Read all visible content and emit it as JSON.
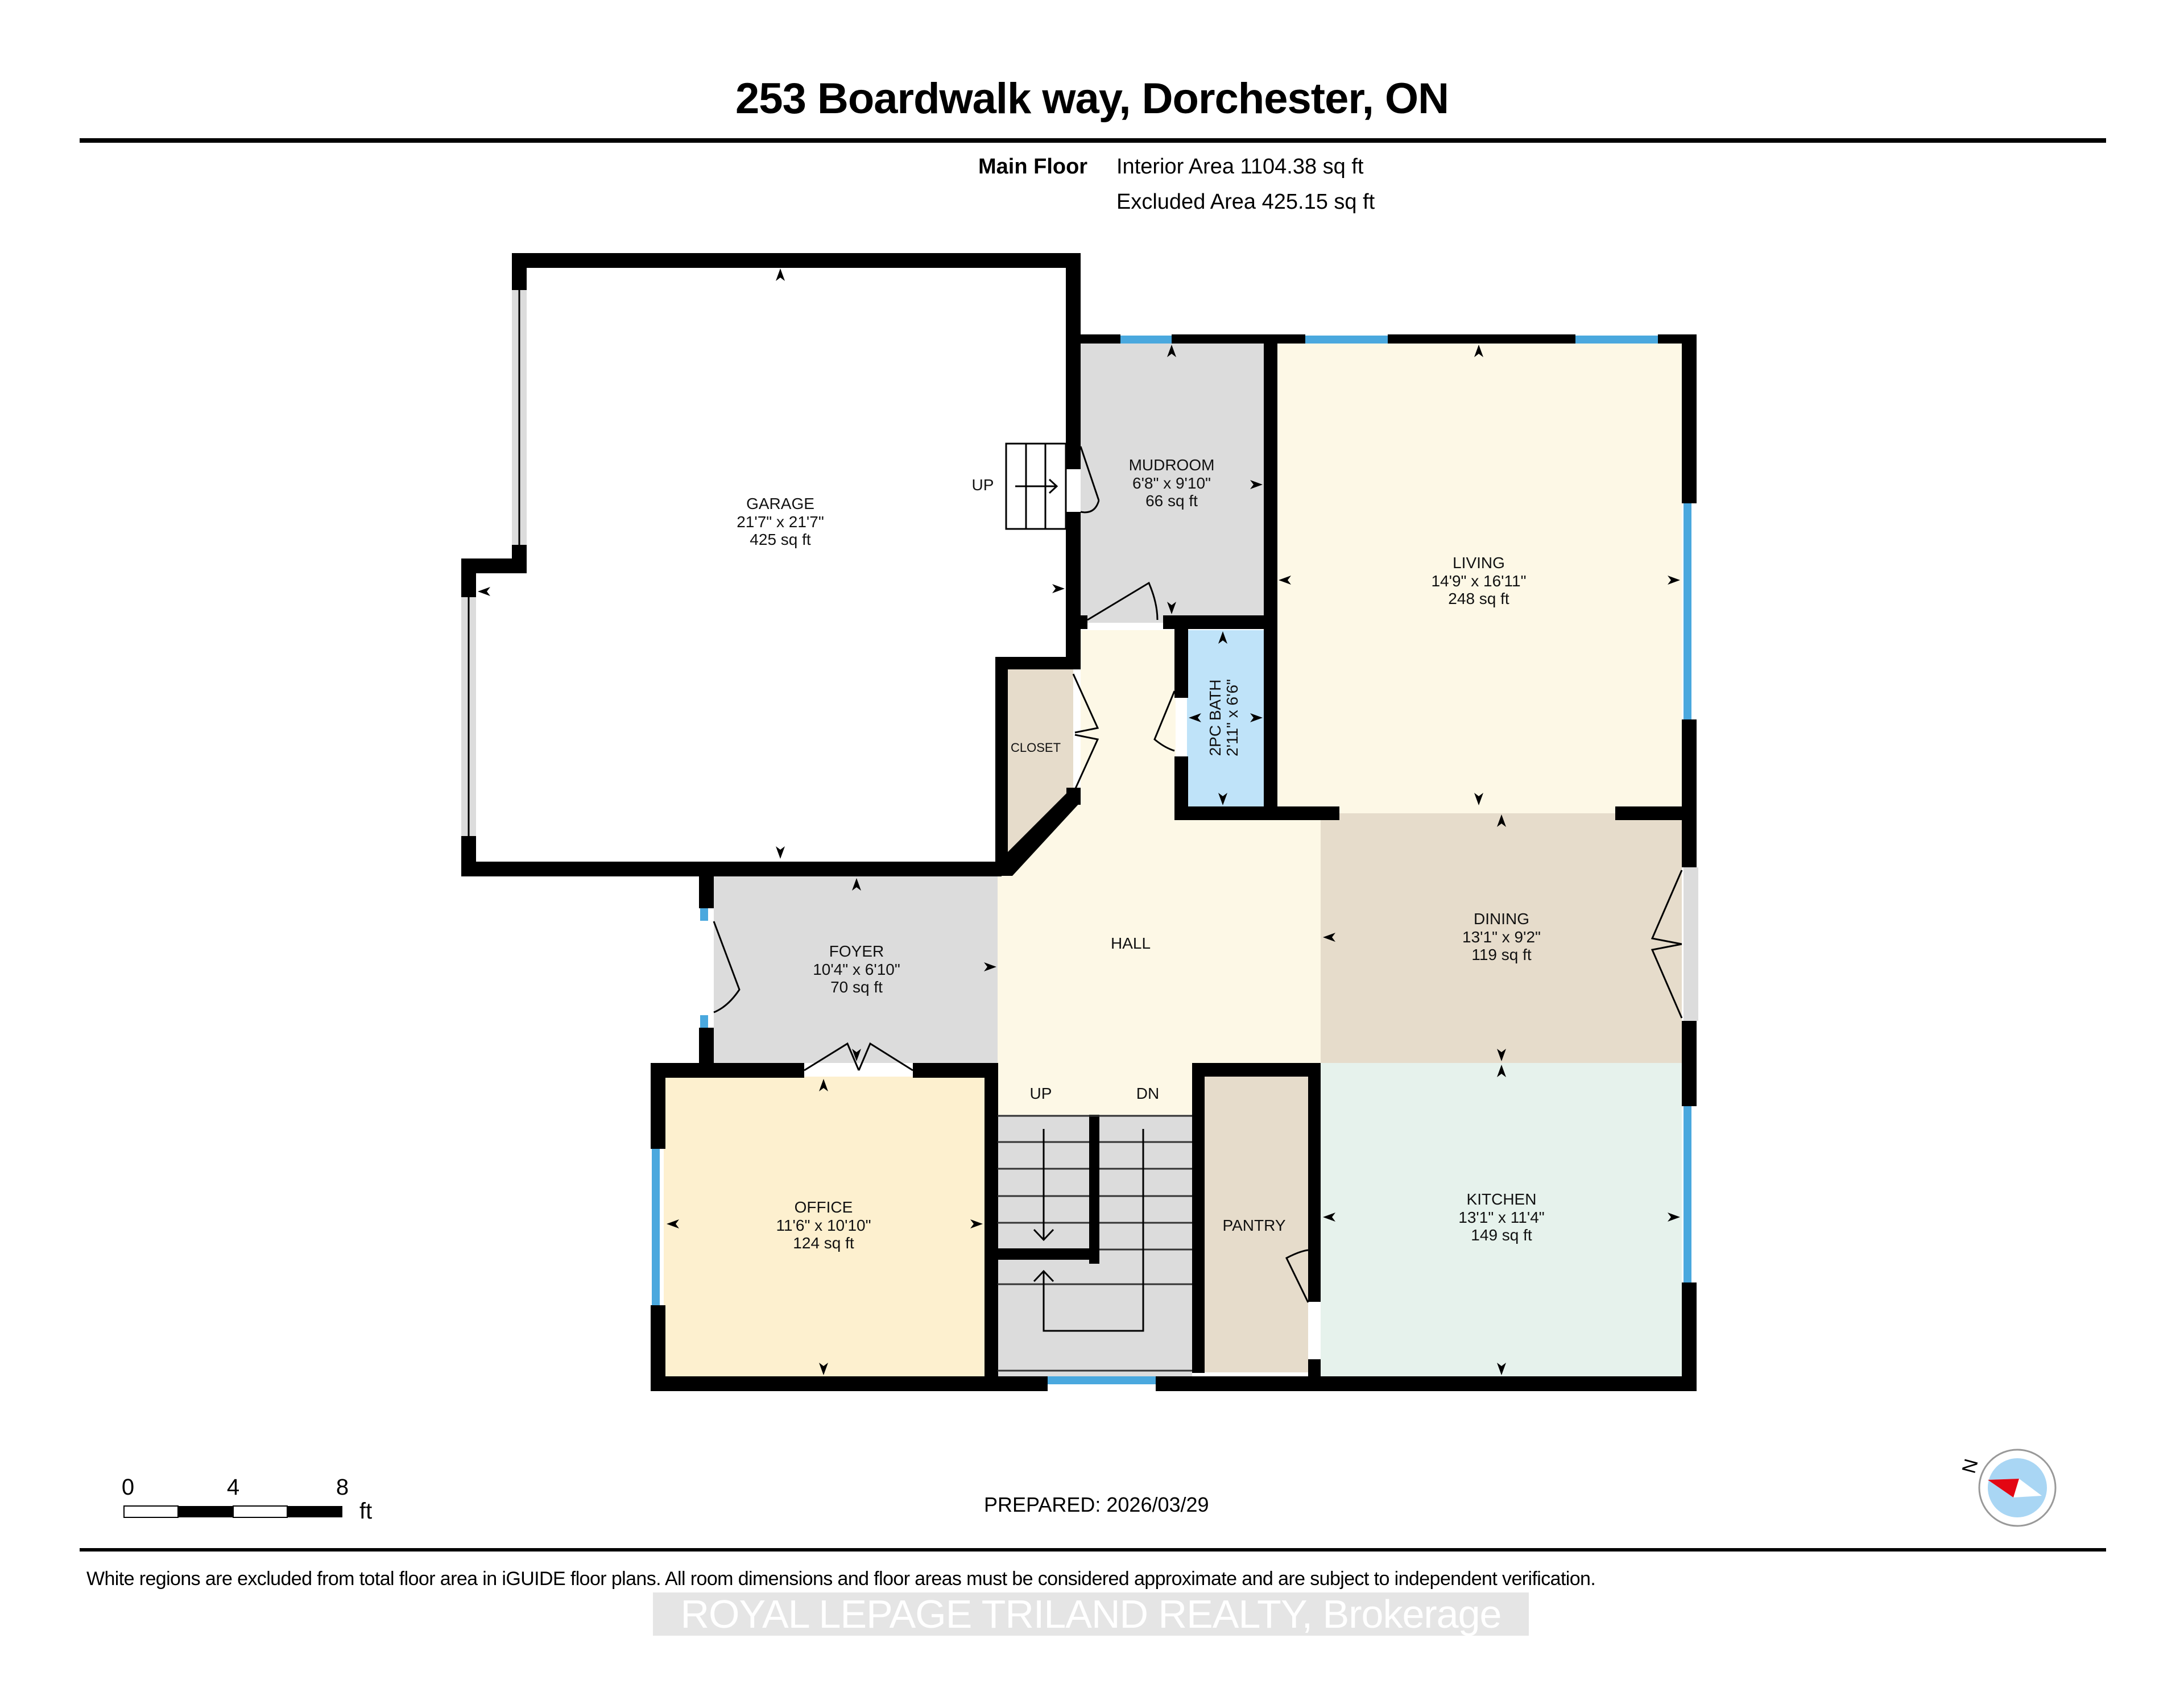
{
  "header": {
    "title": "253 Boardwalk way, Dorchester, ON",
    "floor_label": "Main Floor",
    "interior_area": "Interior Area 1104.38 sq ft",
    "excluded_area": "Excluded Area 425.15 sq ft"
  },
  "rooms": {
    "garage": {
      "name": "GARAGE",
      "dims": "21'7\" x 21'7\"",
      "area": "425 sq ft",
      "color": "#ffffff"
    },
    "mudroom": {
      "name": "MUDROOM",
      "dims": "6'8\" x 9'10\"",
      "area": "66 sq ft",
      "color": "#dcdcdc"
    },
    "living": {
      "name": "LIVING",
      "dims": "14'9\" x 16'11\"",
      "area": "248 sq ft",
      "color": "#fdf8e6"
    },
    "bath": {
      "name": "2PC BATH",
      "dims": "2'11\" x 6'6\"",
      "color": "#bfe3f9"
    },
    "closet": {
      "name": "CLOSET",
      "color": "#e6dccb"
    },
    "hall": {
      "name": "HALL",
      "color": "#fdf8e6"
    },
    "dining": {
      "name": "DINING",
      "dims": "13'1\" x 9'2\"",
      "area": "119 sq ft",
      "color": "#e6dccb"
    },
    "foyer": {
      "name": "FOYER",
      "dims": "10'4\" x 6'10\"",
      "area": "70 sq ft",
      "color": "#dcdcdc"
    },
    "office": {
      "name": "OFFICE",
      "dims": "11'6\" x 10'10\"",
      "area": "124 sq ft",
      "color": "#fdf0cf"
    },
    "pantry": {
      "name": "PANTRY",
      "color": "#e6dccb"
    },
    "kitchen": {
      "name": "KITCHEN",
      "dims": "13'1\" x 11'4\"",
      "area": "149 sq ft",
      "color": "#e6f2ec"
    },
    "stairs": {
      "color": "#dcdcdc"
    }
  },
  "stairs": {
    "garage_up": "UP",
    "main_up": "UP",
    "main_down": "DN"
  },
  "colors": {
    "wall": "#000000",
    "window": "#4aa8de",
    "door_opening": "#d8d8d8"
  },
  "scale_bar": {
    "ticks": [
      "0",
      "4",
      "8"
    ],
    "unit": "ft"
  },
  "compass": {
    "label": "N",
    "needle_color": "#e30613",
    "dial_color": "#a9d6f4"
  },
  "footer": {
    "prepared": "PREPARED: 2026/03/29",
    "disclaimer": "White regions are excluded from total floor area in iGUIDE floor plans. All room dimensions and floor areas must be considered approximate and are subject to independent verification.",
    "brokerage": "ROYAL LEPAGE TRILAND REALTY, Brokerage"
  }
}
